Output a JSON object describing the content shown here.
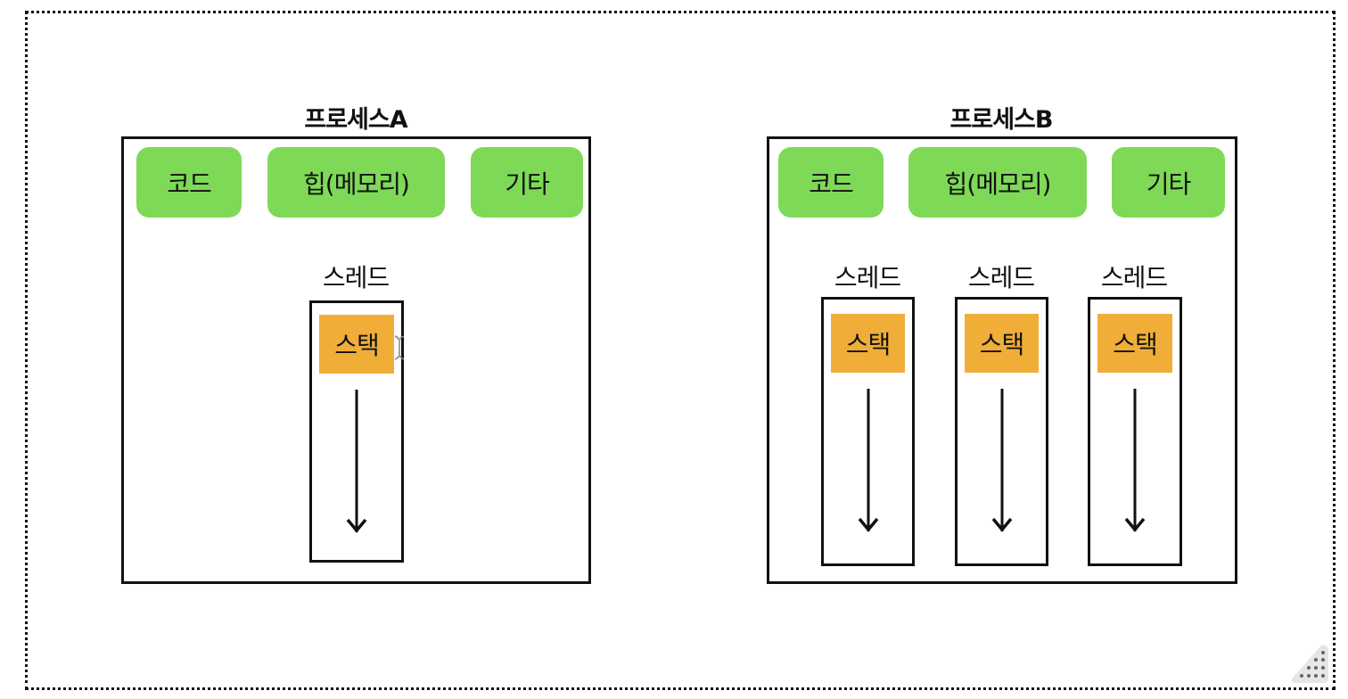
{
  "processes": [
    {
      "title": "프로세스A",
      "segments": [
        {
          "label": "코드"
        },
        {
          "label": "힙(메모리)"
        },
        {
          "label": "기타"
        }
      ],
      "threads": [
        {
          "label": "스레드",
          "stack": "스택"
        }
      ]
    },
    {
      "title": "프로세스B",
      "segments": [
        {
          "label": "코드"
        },
        {
          "label": "힙(메모리)"
        },
        {
          "label": "기타"
        }
      ],
      "threads": [
        {
          "label": "스레드",
          "stack": "스택"
        },
        {
          "label": "스레드",
          "stack": "스택"
        },
        {
          "label": "스레드",
          "stack": "스택"
        }
      ]
    }
  ],
  "colors": {
    "segment": "#7ed957",
    "stack": "#f0ae39",
    "border": "#111111"
  },
  "icons": {
    "arrow": "arrow-down-icon",
    "cursor": "text-cursor-icon",
    "resize": "resize-handle-icon"
  }
}
